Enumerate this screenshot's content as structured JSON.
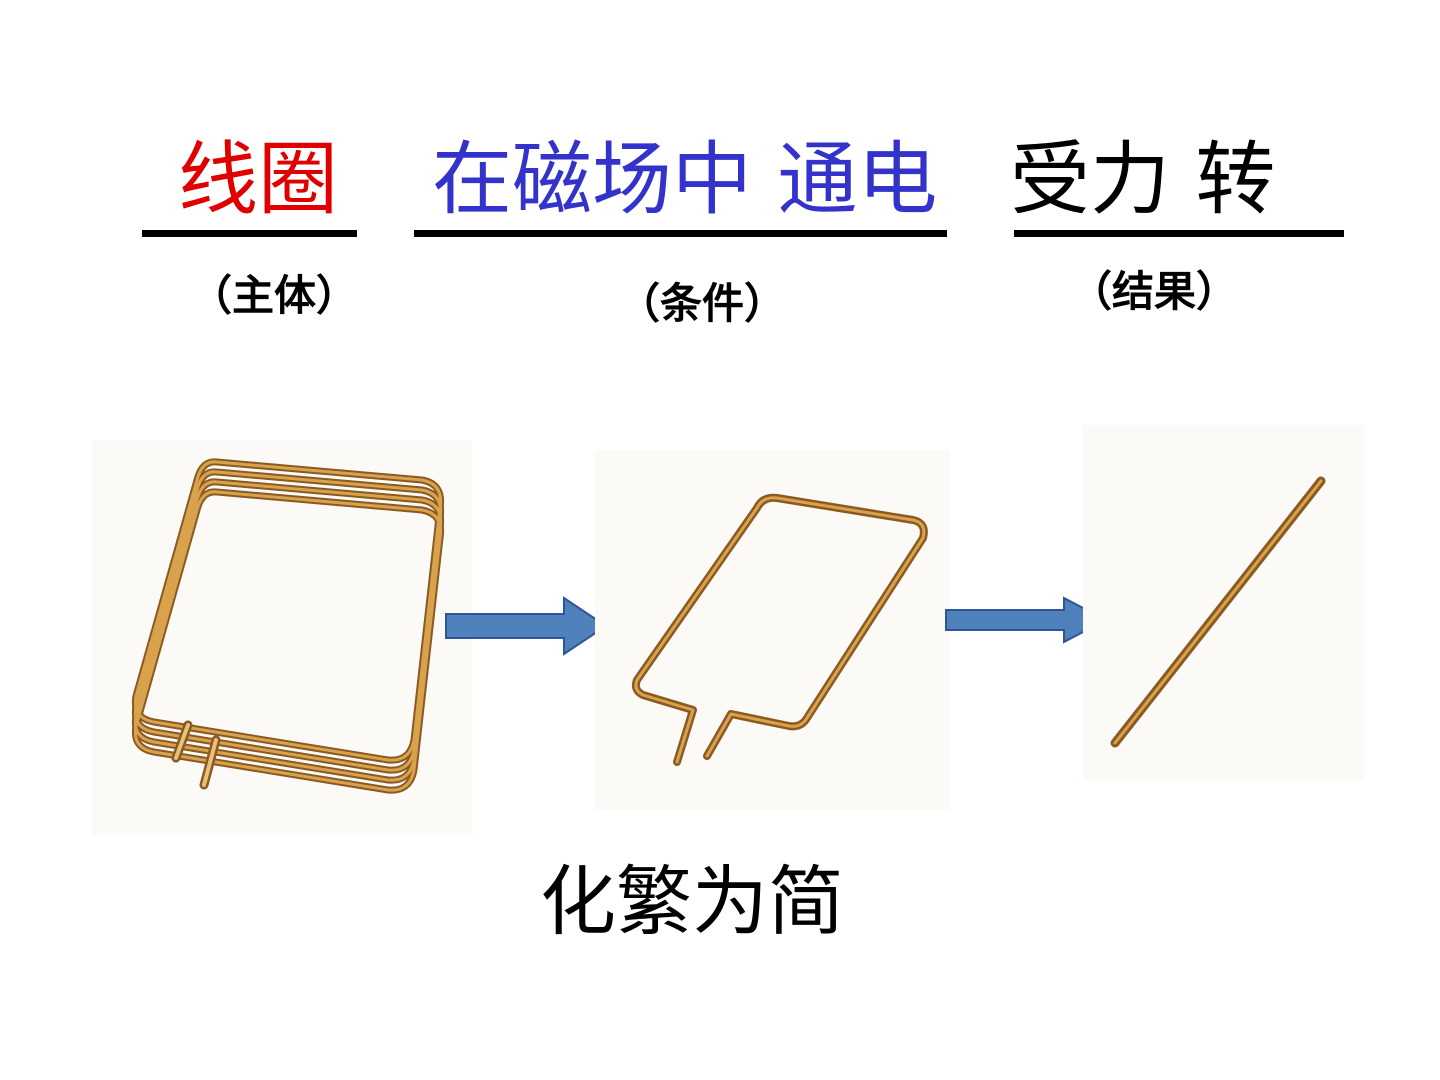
{
  "heading": {
    "subject": {
      "text": "线圈",
      "color": "#e00000"
    },
    "condition": {
      "text": "在磁场中  通电",
      "color": "#3333cc"
    },
    "result": {
      "text": "受力    转",
      "color": "#000000"
    }
  },
  "labels": {
    "subject": "（主体）",
    "condition": "（条件）",
    "result": "（结果）"
  },
  "images": [
    {
      "name": "multi-turn-coil",
      "icon": "coil-illustration"
    },
    {
      "name": "single-loop",
      "icon": "single-loop-illustration"
    },
    {
      "name": "straight-wire",
      "icon": "straight-wire-illustration"
    }
  ],
  "arrows": {
    "color": "#4f81bd",
    "stroke": "#2f5597"
  },
  "caption": "化繁为简"
}
